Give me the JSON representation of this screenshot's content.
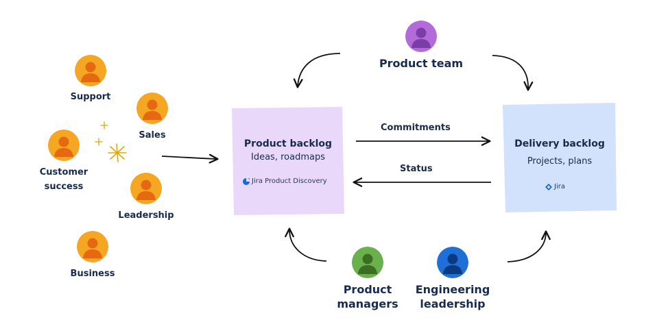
{
  "stakeholders": {
    "support": "Support",
    "sales": "Sales",
    "customer_success": [
      "Customer",
      "success"
    ],
    "leadership": "Leadership",
    "business": "Business"
  },
  "product_team": {
    "label": "Product team"
  },
  "product_backlog": {
    "title": "Product backlog",
    "subtitle": "Ideas, roadmaps",
    "brand": "Jira Product Discovery"
  },
  "delivery_backlog": {
    "title": "Delivery backlog",
    "subtitle": "Projects, plans",
    "brand": "Jira"
  },
  "flows": {
    "commitments": "Commitments",
    "status": "Status"
  },
  "bottom": {
    "product_managers": [
      "Product",
      "managers"
    ],
    "engineering_leadership": [
      "Engineering",
      "leadership"
    ]
  },
  "colors": {
    "stakeholder_avatar": "#f5a623",
    "product_team_avatar": "#b26bd9",
    "product_managers_avatar": "#6ab04c",
    "engineering_avatar": "#1f6fd6",
    "product_note": "#ead8fb",
    "delivery_note": "#d2e2fc",
    "text": "#172b4d"
  },
  "icons": [
    "person-icon",
    "sparkle-icon",
    "jira-product-discovery-logo",
    "jira-logo"
  ]
}
